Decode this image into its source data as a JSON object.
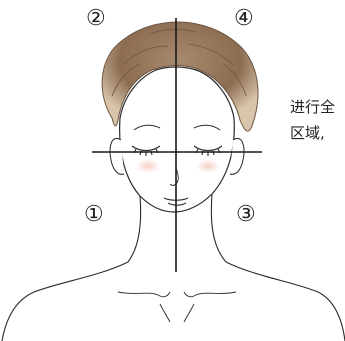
{
  "quadrants": {
    "q1": "①",
    "q2": "②",
    "q3": "③",
    "q4": "④"
  },
  "side_text": {
    "line1": "进行全",
    "line2": "区域,"
  },
  "colors": {
    "hair_light": "#d9c5ac",
    "hair_dark": "#8c6d52",
    "skin": "#ffffff",
    "outline": "#2a2a2a",
    "blush": "#f6c9c0"
  },
  "icons": {
    "illustration": "woman-face-illustration"
  }
}
